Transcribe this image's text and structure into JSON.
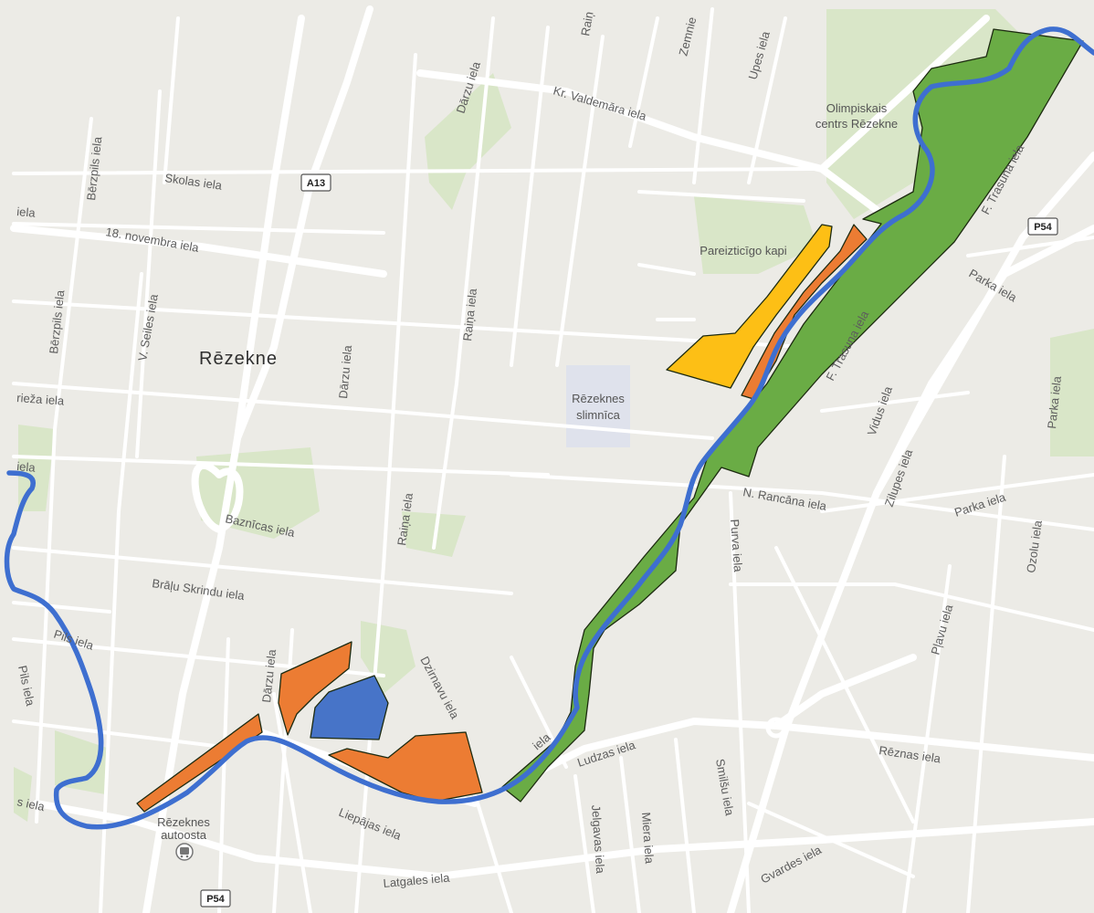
{
  "map": {
    "city_label": "Rēzekne",
    "street_labels": {
      "kr_valdemara": "Kr. Valdemāra iela",
      "skolas": "Skolas iela",
      "novembra": "18. novembra iela",
      "darzu_top": "Dārzu iela",
      "darzu_mid": "Dārzu iela",
      "darzu_bottom": "Dārzu iela",
      "berzpils_1": "Bērzpils iela",
      "berzpils_2": "Bērzpils iela",
      "seiles": "V. Seiles iela",
      "raina_top": "Raiņa iela",
      "raina_mid": "Raiņa iela",
      "raina_clip": "Raiņ",
      "zemnie": "Zemnie",
      "upes": "Upes iela",
      "trasuna_1": "F. Trasuna iela",
      "trasuna_2": "F. Trasuna iela",
      "parka_1": "Parka iela",
      "parka_2": "Parka iela",
      "parka_3": "Parka iela",
      "vidus": "Vidus iela",
      "zilupes": "Zilupes iela",
      "rancana": "N. Rancāna iela",
      "purva": "Purva iela",
      "ozolu": "Ozolu iela",
      "plavu": "Pļavu iela",
      "reznas": "Rēznas iela",
      "ludzas": "Ludzas iela",
      "smilsu": "Smilšu iela",
      "miera": "Miera iela",
      "jelgavas": "Jelgavas iela",
      "gvardes": "Gvardes iela",
      "latgales": "Latgales iela",
      "liepajas": "Liepājas iela",
      "dzirnavu": "Dzirnavu iela",
      "baznicas": "Baznīcas iela",
      "bralu": "Brāļu Skrindu iela",
      "pils_1": "Pils iela",
      "pils_2": "Pils iela",
      "krieza": "rieža iela",
      "iela_1": "iela",
      "iela_2": "iela",
      "s_iela": "s iela",
      "iela_small": "iela"
    },
    "poi_labels": {
      "olimpiskais_1": "Olimpiskais",
      "olimpiskais_2": "centrs Rēzekne",
      "kapi": "Pareizticīgo kapi",
      "slimnica_1": "Rēzeknes",
      "slimnica_2": "slimnīca",
      "autoosta_1": "Rēzeknes",
      "autoosta_2": "autoosta"
    },
    "route_shields": {
      "a13": "A13",
      "p54_top": "P54",
      "p54_bottom": "P54"
    },
    "colors": {
      "background": "#ecebe6",
      "road": "#ffffff",
      "park": "#d6e4c4",
      "river": "#3e6fd0",
      "zone_green": "#6aac45",
      "zone_orange": "#ec7c33",
      "zone_yellow": "#fdbf15",
      "zone_blue": "#4774c8",
      "outline": "#1c2a10"
    }
  }
}
